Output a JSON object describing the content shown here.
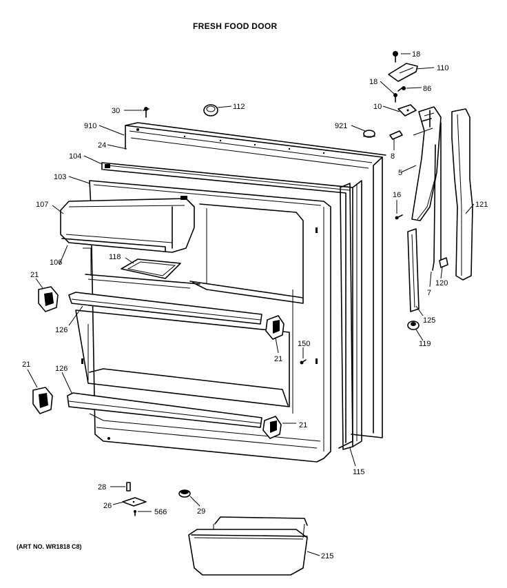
{
  "title": "FRESH FOOD DOOR",
  "art_number": "(ART NO. WR1818 C8)",
  "callouts": {
    "c18a": "18",
    "c110": "110",
    "c18b": "18",
    "c86": "86",
    "c10": "10",
    "c921": "921",
    "c8": "8",
    "c30": "30",
    "c112": "112",
    "c910": "910",
    "c24": "24",
    "c104": "104",
    "c103": "103",
    "c107": "107",
    "c106": "106",
    "c118": "118",
    "c5": "5",
    "c16": "16",
    "c121": "121",
    "c7": "7",
    "c120": "120",
    "c125": "125",
    "c119": "119",
    "c21a": "21",
    "c126a": "126",
    "c150": "150",
    "c21b": "21",
    "c21c": "21",
    "c126b": "126",
    "c21d": "21",
    "c115": "115",
    "c28": "28",
    "c26": "26",
    "c566": "566",
    "c29": "29",
    "c215": "215"
  }
}
